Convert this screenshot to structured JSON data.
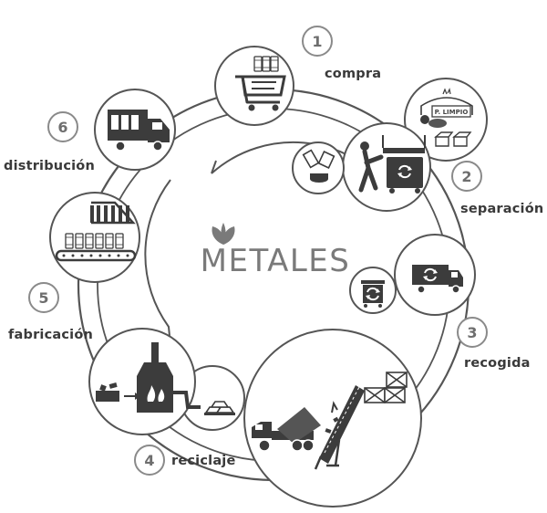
{
  "title": "METALES",
  "stages": [
    {
      "number": "1",
      "label": "compra",
      "icon": "shopping-cart-icon"
    },
    {
      "number": "2",
      "label": "separación",
      "icon": "sorting-worker-icon"
    },
    {
      "number": "3",
      "label": "recogida",
      "icon": "recycling-truck-icon"
    },
    {
      "number": "4",
      "label": "reciclaje",
      "icon": "dump-truck-conveyor-icon"
    },
    {
      "number": "5",
      "label": "fabricación",
      "icon": "furnace-ingots-icon"
    },
    {
      "number": "6",
      "label": "distribución",
      "icon": "delivery-truck-icon"
    }
  ],
  "sign_text": "P. LIMPIO",
  "colors": {
    "ink": "#3c3c3c",
    "ring": "#555555",
    "badge": "#8a8a8a",
    "brand": "#7a7a7a"
  }
}
